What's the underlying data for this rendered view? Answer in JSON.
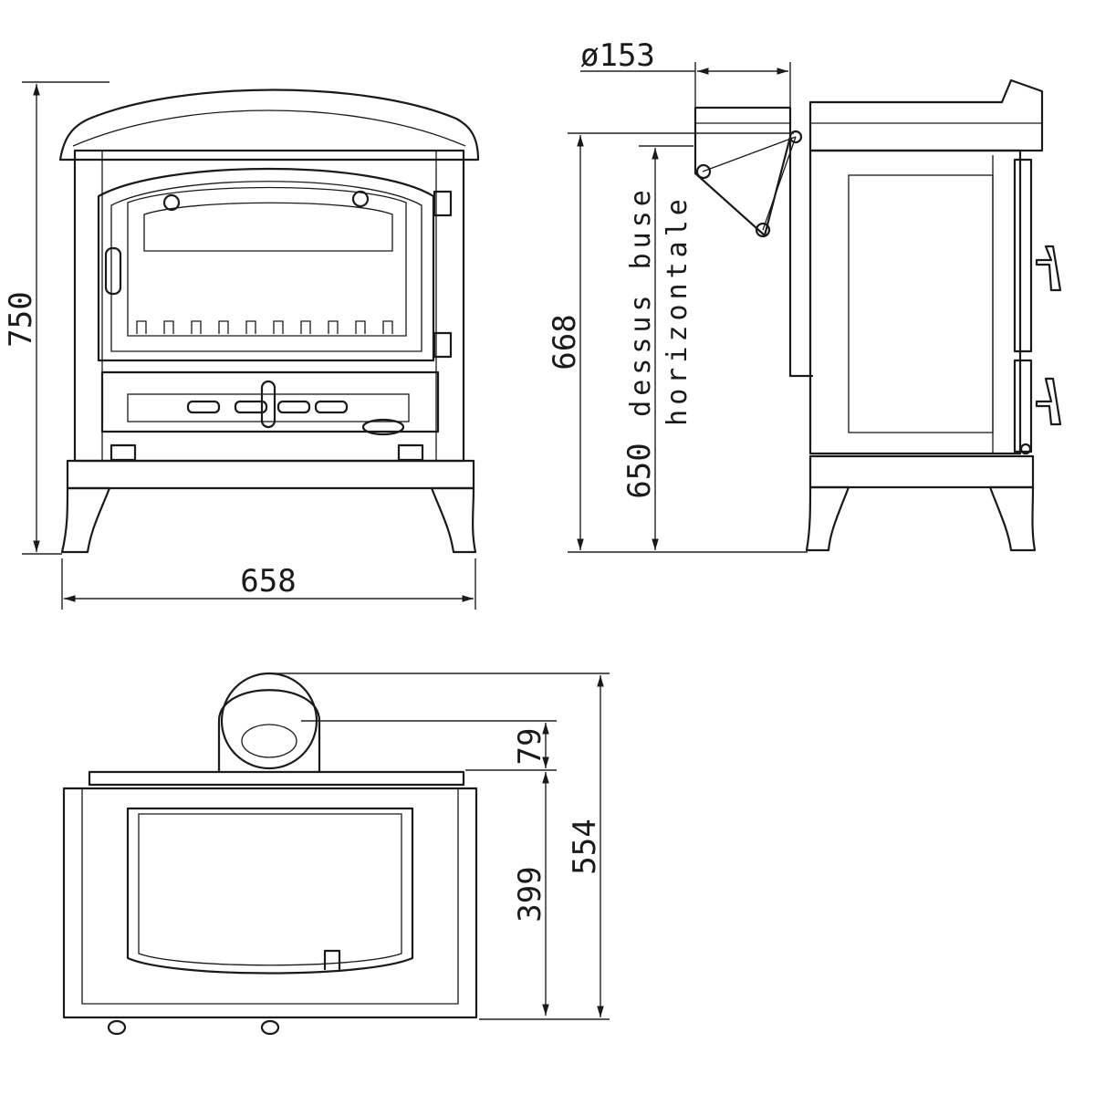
{
  "dimensions": {
    "height_total": "750",
    "width_total": "658",
    "flue_diameter": "ø153",
    "height_top_outlet": "668",
    "height_horizontal_outlet": "650",
    "outlet_label_line1": "dessus buse",
    "outlet_label_line2": "horizontale",
    "depth_flue_offset": "79",
    "depth_body": "399",
    "depth_total": "554"
  }
}
